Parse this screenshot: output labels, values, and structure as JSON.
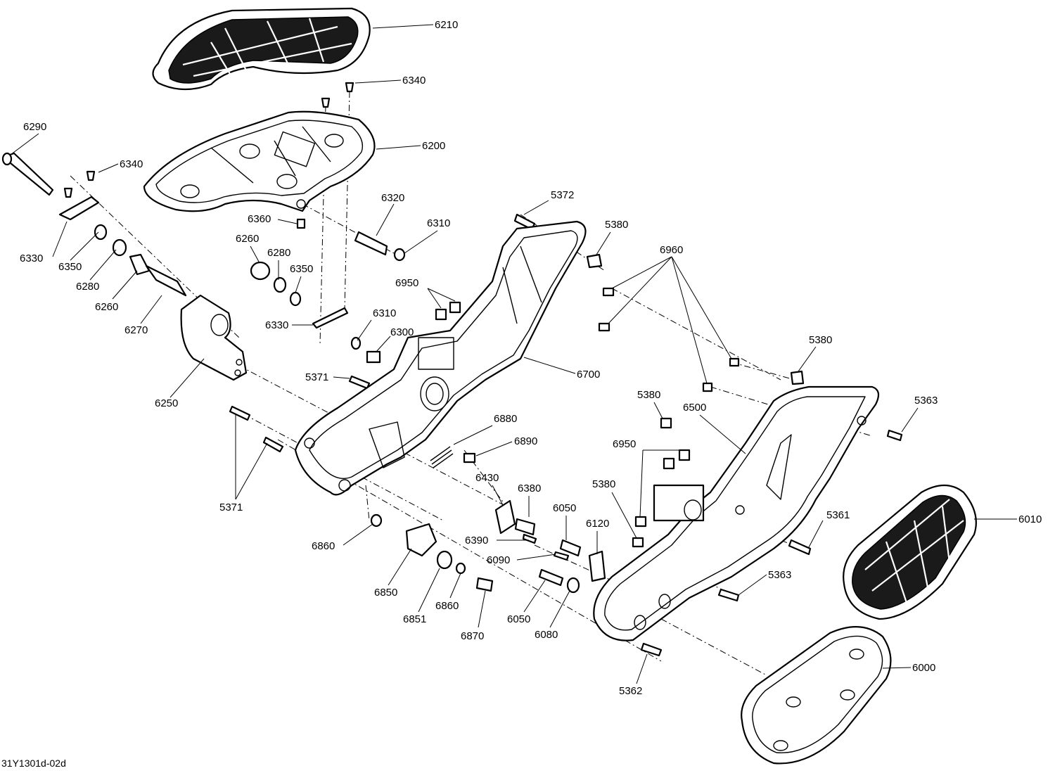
{
  "drawing_id": "31Y1301d-02d",
  "callouts": [
    "6210",
    "6340",
    "6290",
    "6200",
    "6340",
    "6320",
    "6310",
    "6330",
    "6360",
    "6260",
    "6280",
    "6350",
    "6280",
    "6350",
    "6260",
    "6270",
    "6330",
    "6310",
    "6300",
    "6250",
    "5372",
    "5380",
    "6960",
    "6950",
    "6700",
    "5371",
    "5380",
    "5380",
    "5363",
    "6500",
    "6880",
    "6890",
    "5371",
    "6950",
    "5380",
    "6430",
    "6380",
    "6050",
    "6120",
    "6860",
    "6390",
    "6090",
    "5361",
    "6010",
    "6850",
    "6860",
    "6851",
    "6870",
    "6050",
    "6080",
    "5363",
    "5362",
    "6000"
  ]
}
